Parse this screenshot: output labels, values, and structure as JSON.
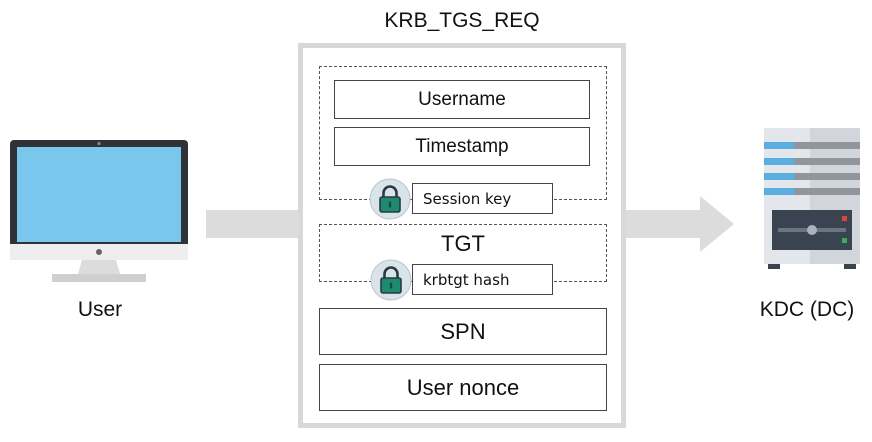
{
  "diagram": {
    "title": "KRB_TGS_REQ",
    "encrypted_block": {
      "fields": [
        "Username",
        "Timestamp"
      ],
      "key_label": "Session key"
    },
    "tgt_block": {
      "label": "TGT",
      "key_label": "krbtgt hash"
    },
    "spn_label": "SPN",
    "nonce_label": "User nonce",
    "user_label": "User",
    "kdc_label": "KDC (DC)"
  },
  "colors": {
    "arrow": "#dcdcdc",
    "box_border": "#d8d8d8",
    "screen": "#7ac7ee",
    "lock_ring": "#d9e3ea",
    "lock_body": "#1e8a70",
    "server_stripe": "#5aaee0"
  }
}
